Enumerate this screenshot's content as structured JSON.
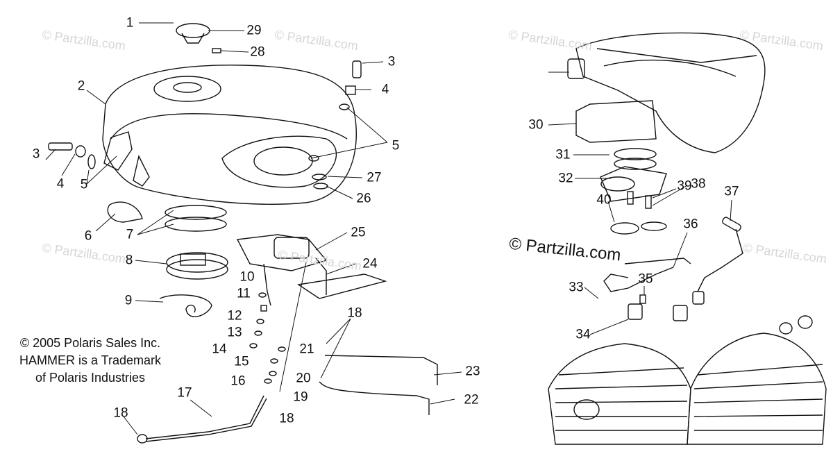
{
  "copyright_lines": [
    "© 2005 Polaris Sales Inc.",
    "HAMMER is a Trademark",
    "of Polaris Industries"
  ],
  "watermark_text": "© Partzilla.com",
  "watermark_main": "© Partzilla.com",
  "callouts": [
    "1",
    "29",
    "28",
    "2",
    "3",
    "4",
    "5",
    "3",
    "4",
    "5",
    "27",
    "26",
    "6",
    "7",
    "8",
    "25",
    "24",
    "10",
    "9",
    "11",
    "12",
    "13",
    "14",
    "21",
    "15",
    "20",
    "16",
    "19",
    "18",
    "17",
    "18",
    "18",
    "23",
    "22",
    "30",
    "31",
    "32",
    "39",
    "38",
    "40",
    "37",
    "36",
    "35",
    "33",
    "34"
  ]
}
